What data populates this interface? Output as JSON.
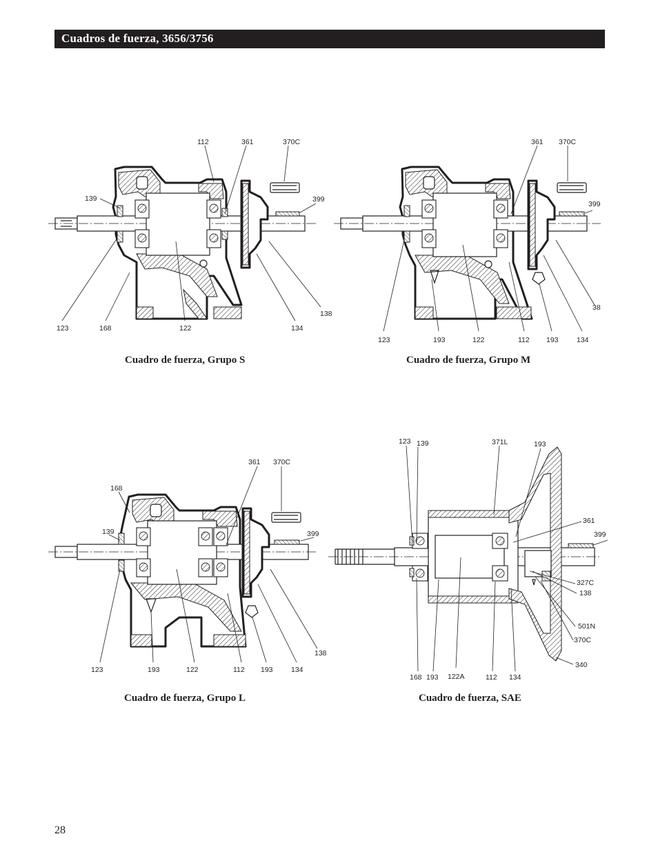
{
  "header": {
    "title": "Cuadros de fuerza, 3656/3756"
  },
  "page_number": "28",
  "figures": {
    "group_s": {
      "caption": "Cuadro de fuerza, Grupo S",
      "callouts": [
        "112",
        "361",
        "370C",
        "139",
        "399",
        "123",
        "168",
        "122",
        "134",
        "138"
      ]
    },
    "group_m": {
      "caption": "Cuadro de fuerza, Grupo M",
      "callouts": [
        "361",
        "370C",
        "399",
        "38",
        "123",
        "193",
        "122",
        "112",
        "193",
        "134"
      ]
    },
    "group_l": {
      "caption": "Cuadro de fuerza, Grupo L",
      "callouts": [
        "361",
        "370C",
        "168",
        "139",
        "399",
        "138",
        "123",
        "193",
        "122",
        "112",
        "193",
        "134"
      ]
    },
    "sae": {
      "caption": "Cuadro de fuerza, SAE",
      "callouts": [
        "123",
        "139",
        "371L",
        "193",
        "361",
        "399",
        "327C",
        "138",
        "501N",
        "370C",
        "340",
        "168",
        "193",
        "122A",
        "112",
        "134"
      ]
    }
  }
}
